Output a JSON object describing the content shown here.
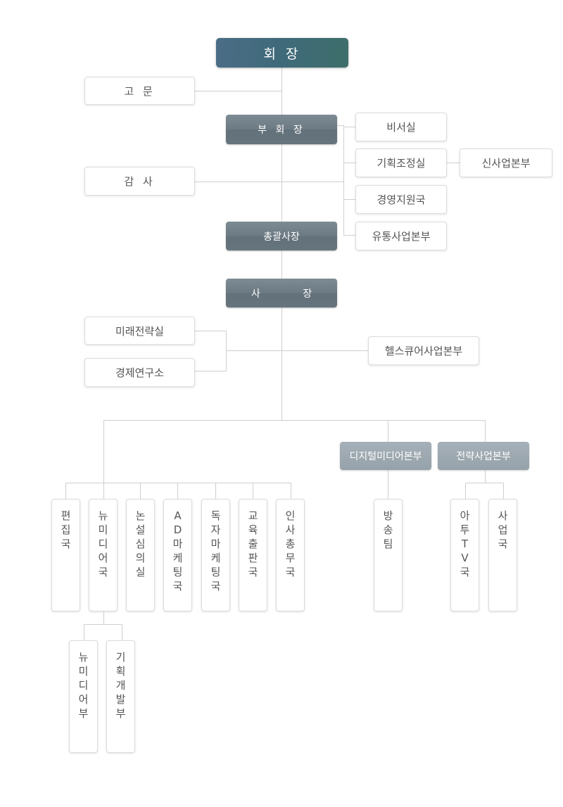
{
  "org": {
    "chairman": "회 장",
    "advisor": "고 문",
    "vice_chairman": "부 회 장",
    "secretary": "비서실",
    "planning": "기획조정실",
    "new_business": "신사업본부",
    "auditor": "감 사",
    "management_support": "경영지원국",
    "distribution": "유통사업본부",
    "general_president": "총괄사장",
    "president": "사 장",
    "future_strategy": "미래전략실",
    "economy_institute": "경제연구소",
    "healthcare": "헬스큐어사업본부",
    "digital_media": "디지털미디어본부",
    "strategy_business": "전략사업본부",
    "depts": [
      "편집국",
      "뉴미디어국",
      "논설심의실",
      "AD마케팅국",
      "독자마케팅국",
      "교육출판국",
      "인사총무국"
    ],
    "broadcast": "방송팀",
    "atoo_tv": "아투TV국",
    "business_dept": "사업국",
    "sub_depts": [
      "뉴미디어부",
      "기획개발부"
    ]
  }
}
